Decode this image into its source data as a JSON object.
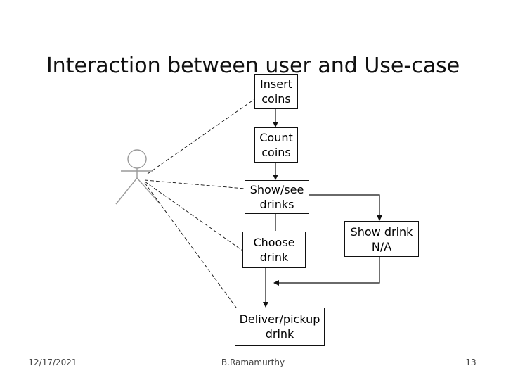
{
  "slide": {
    "title": "Interaction between user and Use-case"
  },
  "diagram": {
    "actor_icon": "stick-figure-icon",
    "boxes": {
      "insert_coins": "Insert\ncoins",
      "count_coins": "Count\ncoins",
      "show_see_drinks": "Show/see\ndrinks",
      "choose_drink": "Choose\ndrink",
      "show_drink_na": "Show drink\nN/A",
      "deliver_pickup_drink": "Deliver/pickup\ndrink"
    }
  },
  "footer": {
    "date": "12/17/2021",
    "author": "B.Ramamurthy",
    "page": "13"
  }
}
